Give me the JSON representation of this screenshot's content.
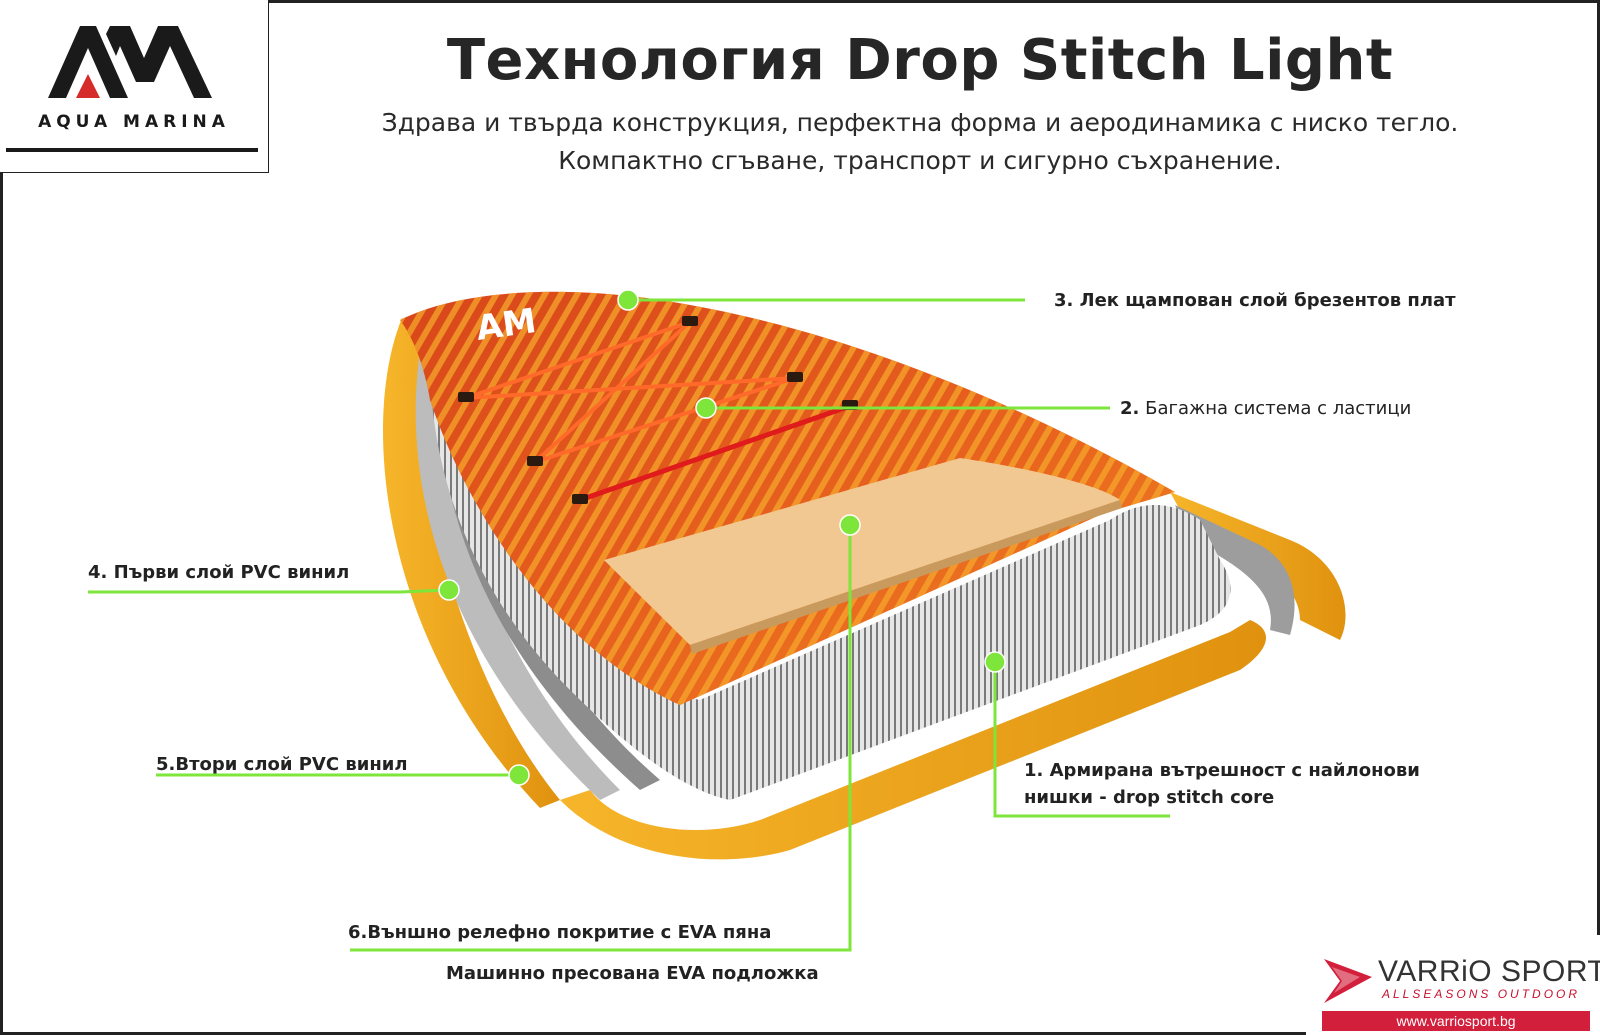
{
  "header": {
    "title": "Технология Drop Stitch Light",
    "subtitle_line1": "Здрава и твърда конструкция, перфектна форма и аеродинамика с ниско тегло.",
    "subtitle_line2": "Компактно сгъване, транспорт и сигурно съхранение."
  },
  "logo": {
    "name": "AQUA MARINA",
    "mark_icon": "aqua-marina-am-icon",
    "colors": {
      "dark": "#1a1a1a",
      "accent": "#d62b2b"
    }
  },
  "labels": {
    "layer3": "3. Лек щампован слой брезентов плат",
    "layer2_num": "2.",
    "layer2_text": "Багажна система с ластици",
    "layer4": "4. Първи слой PVC винил",
    "layer5": "5.Втори слой PVC винил",
    "layer1_line1": "1. Армирана вътрешност с найлонови",
    "layer1_line2": "нишки - drop stitch core",
    "layer6": "6.Външно релефно покритие с EVA пяна",
    "eva_base": "Машинно пресована EVA подложка"
  },
  "brand": {
    "name": "VARRiO SPORT",
    "tagline": "ALLSEASONS OUTDOOR",
    "url": "www.varriosport.bg",
    "mark_icon": "varrio-chevron-icon",
    "colors": {
      "red": "#d21f3c",
      "gray": "#555555"
    }
  },
  "colors": {
    "callout_green": "#7ee53a",
    "board_orange": "#e0531c",
    "board_yellow": "#f4a51c",
    "pvc_gray": "#a9a9a9",
    "eva_tan": "#f2c892",
    "frame": "#222222"
  }
}
